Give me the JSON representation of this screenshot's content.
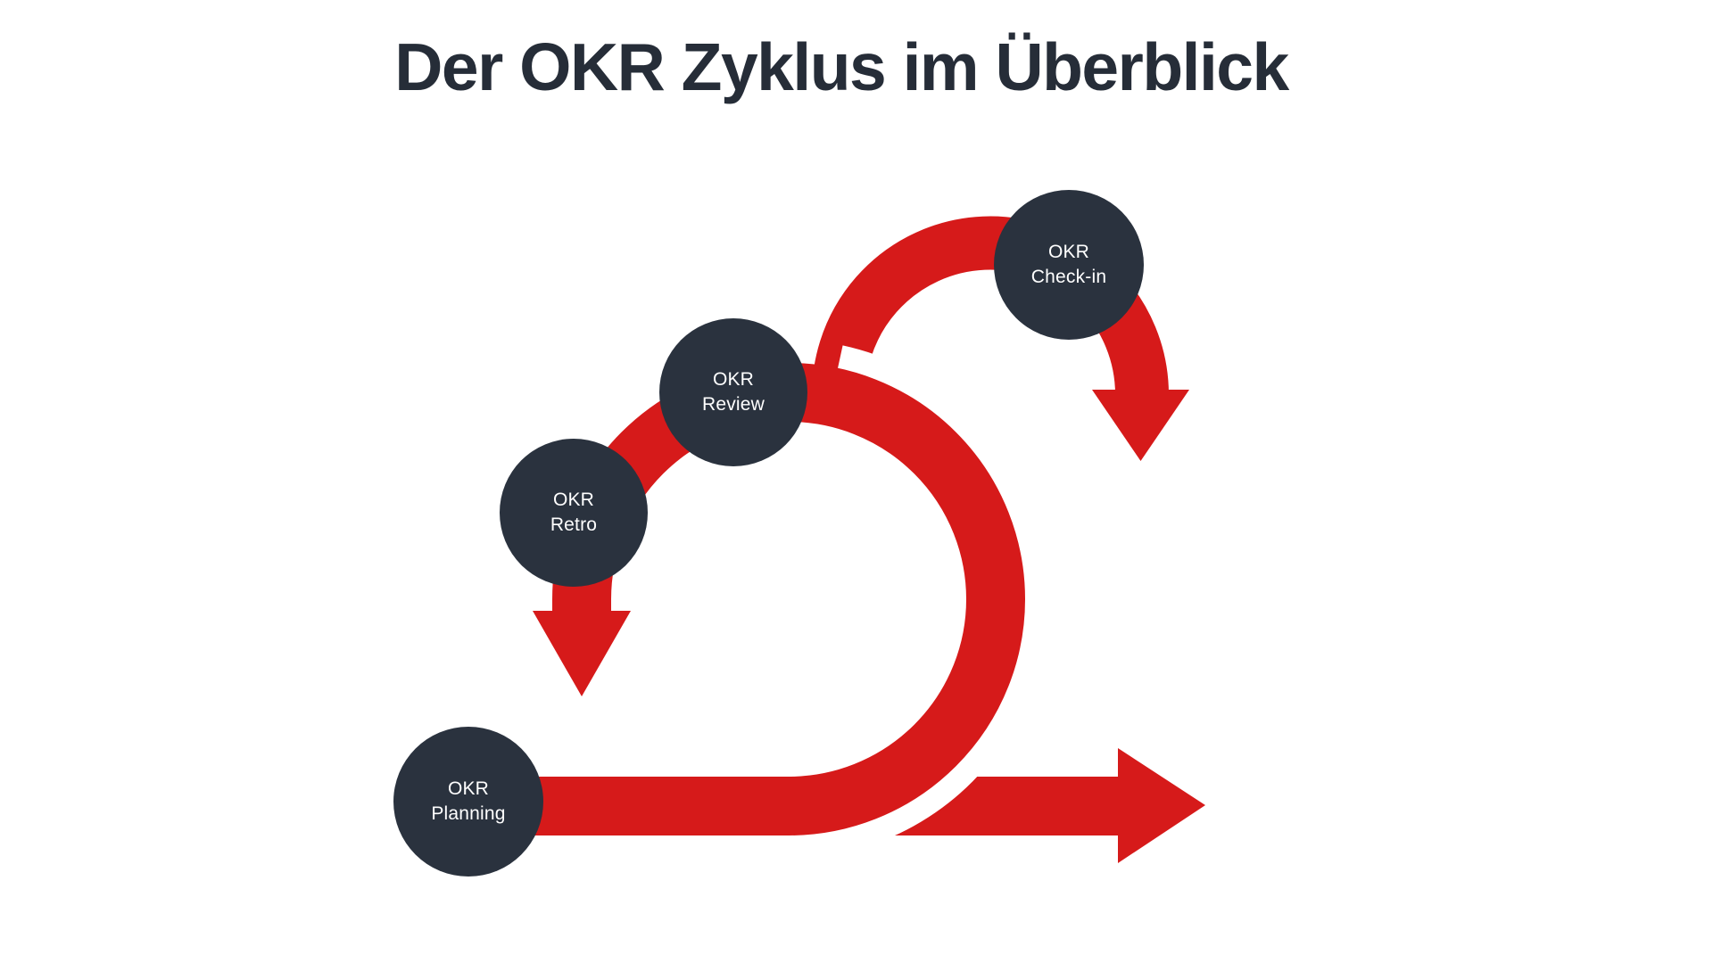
{
  "title": "Der OKR Zyklus im Überblick",
  "stages": [
    {
      "name": "OKR Planning",
      "line1": "OKR",
      "line2": "Planning"
    },
    {
      "name": "OKR Retro",
      "line1": "OKR",
      "line2": "Retro"
    },
    {
      "name": "OKR Review",
      "line1": "OKR",
      "line2": "Review"
    },
    {
      "name": "OKR Check-in",
      "line1": "OKR",
      "line2": "Check-in"
    }
  ],
  "colors": {
    "arrow_red": "#D61A1A",
    "circle_dark": "#2A323E",
    "title_dark": "#262D38",
    "label_text": "#FFFFFF",
    "background": "#FFFFFF"
  }
}
